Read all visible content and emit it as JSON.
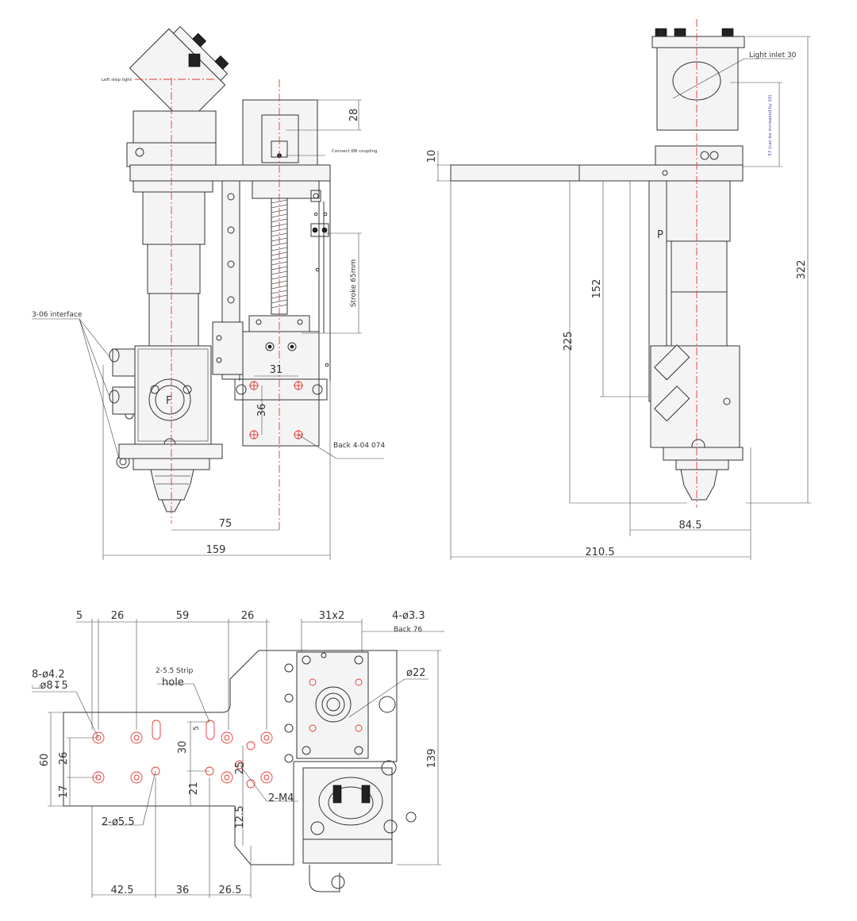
{
  "labels": {
    "left_step_light": "Left step light",
    "connect_coupling": "Connect Ø8 coupling",
    "interface": "3-06 interface",
    "back_1": "Back 4-04 074",
    "light_inlet": "Light inlet 30",
    "adjust_note": "57 (can be increased by 10)",
    "strip_hole_1": "2-5.5 Strip",
    "strip_hole_2": "hole",
    "holes_3_3": "4-ø3.3",
    "back_76": "Back 76",
    "holes_4_2": "8-ø4.2",
    "counterbore": "⌴ø8↧5",
    "holes_5_5": "2-ø5.5",
    "m4": "2-M4",
    "dia22": "ø22",
    "focus_letter": "F",
    "p_letter": "P"
  },
  "dims": {
    "d28": "28",
    "stroke": "Stroke 65mm",
    "d31": "31",
    "d36": "36",
    "d75": "75",
    "d159": "159",
    "d10": "10",
    "d152": "152",
    "d225": "225",
    "d322": "322",
    "d84_5": "84.5",
    "d210_5": "210.5",
    "b5": "5",
    "b26a": "26",
    "b59": "59",
    "b26b": "26",
    "b31x2": "31x2",
    "b60": "60",
    "b26v": "26",
    "b17": "17",
    "b30": "30",
    "b5v": "5",
    "b21": "21",
    "b25": "25",
    "b12_5": "12.5",
    "b139": "139",
    "b42_5": "42.5",
    "b36": "36",
    "b26_5": "26.5"
  }
}
